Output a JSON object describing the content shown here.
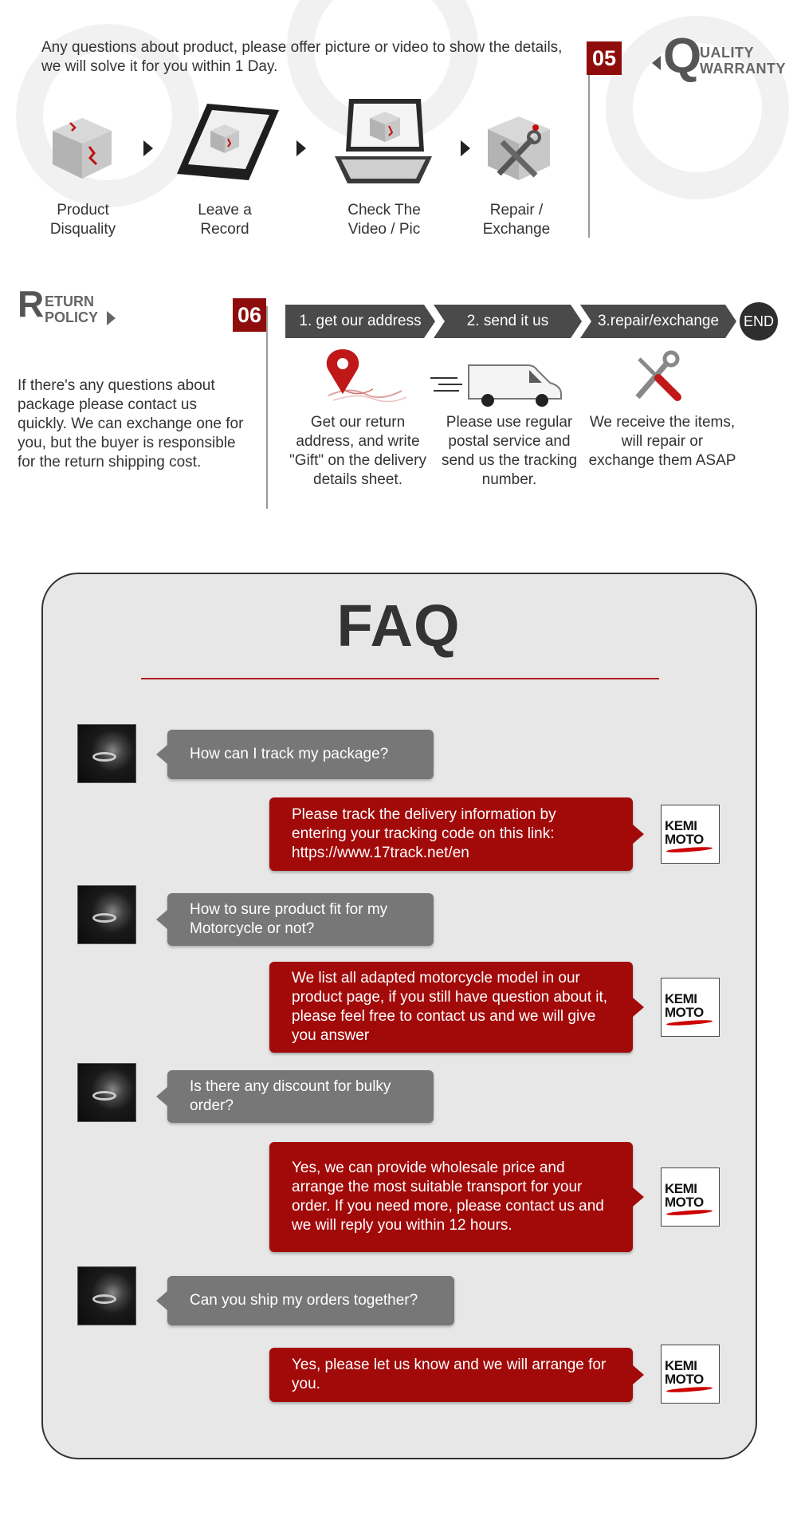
{
  "colors": {
    "accent_red": "#a20a0a",
    "badge_red": "#8f0c0c",
    "question_gray": "#777777",
    "dark_gray": "#4a4a4a"
  },
  "warranty": {
    "intro": "Any questions about product, please offer picture or video to show the details, we will solve it for you within 1 Day.",
    "badge": "05",
    "logo_letter": "Q",
    "logo_line1": "UALITY",
    "logo_line2": "WARRANTY",
    "steps": [
      {
        "icon": "damaged-box-icon",
        "line1": "Product",
        "line2": "Disquality"
      },
      {
        "icon": "phone-record-icon",
        "line1": "Leave a",
        "line2": "Record"
      },
      {
        "icon": "laptop-check-icon",
        "line1": "Check The",
        "line2": "Video / Pic"
      },
      {
        "icon": "repair-tools-icon",
        "line1": "Repair /",
        "line2": "Exchange"
      }
    ]
  },
  "return_policy": {
    "logo_letter": "R",
    "logo_line1": "ETURN",
    "logo_line2": "POLICY",
    "badge": "06",
    "description": "If there's any questions about package please contact us quickly. We can exchange one for you, but the buyer is responsible for the return shipping cost.",
    "steps": [
      "1. get our address",
      "2. send it us",
      "3.repair/exchange"
    ],
    "end": "END",
    "details": [
      "Get our return address, and write \"Gift\" on the delivery details sheet.",
      "Please use regular postal service and send us the tracking number.",
      "We receive the items, will repair or exchange them ASAP"
    ]
  },
  "faq": {
    "title": "FAQ",
    "logo_line1": "KEMI",
    "logo_line2": "MOTO",
    "items": [
      {
        "q": "How can I track my package?",
        "a": "Please track the delivery information by entering your tracking code on this link: https://www.17track.net/en"
      },
      {
        "q": "How to sure product fit for my Motorcycle or not?",
        "a": "We list all adapted motorcycle model in our product page, if you still have question about it, please feel free to contact us and we will give you answer"
      },
      {
        "q": "Is there any discount for bulky order?",
        "a": "Yes, we can provide wholesale price and arrange the most suitable transport for your order. If you need more, please contact us and we will reply you within 12 hours."
      },
      {
        "q": "Can you ship my orders together?",
        "a": "Yes, please let us know and we will arrange for you."
      }
    ]
  }
}
